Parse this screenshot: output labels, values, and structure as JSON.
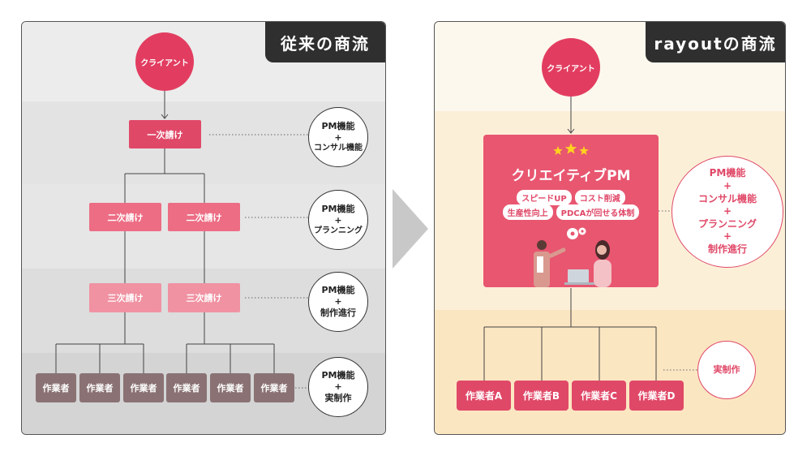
{
  "colors": {
    "accent": "#e04868",
    "dark": "#2f2f2f",
    "worker_gray": "#8a7274"
  },
  "left": {
    "tag": "従来の商流",
    "client": "クライアント",
    "first": "一次請け",
    "second": [
      "二次請け",
      "二次請け"
    ],
    "third": [
      "三次請け",
      "三次請け"
    ],
    "workers": [
      "作業者",
      "作業者",
      "作業者",
      "作業者",
      "作業者",
      "作業者"
    ],
    "notes": [
      {
        "line1": "PM機能",
        "plus": "+",
        "line2": "コンサル機能"
      },
      {
        "line1": "PM機能",
        "plus": "+",
        "line2": "プランニング"
      },
      {
        "line1": "PM機能",
        "plus": "+",
        "line2": "制作進行"
      },
      {
        "line1": "PM機能",
        "plus": "+",
        "line2": "実制作"
      }
    ]
  },
  "arrow_icon": "chevron-right-icon",
  "right": {
    "tag": "rayoutの商流",
    "client": "クライアント",
    "pm_title": "クリエイティブPM",
    "chips": [
      "スピードUP",
      "コスト削減",
      "生産性向上",
      "PDCAが回せる体制"
    ],
    "pm_note": [
      "PM機能",
      "+",
      "コンサル機能",
      "+",
      "プランニング",
      "+",
      "制作進行"
    ],
    "workers": [
      "作業者A",
      "作業者B",
      "作業者C",
      "作業者D"
    ],
    "work_note": "実制作"
  }
}
